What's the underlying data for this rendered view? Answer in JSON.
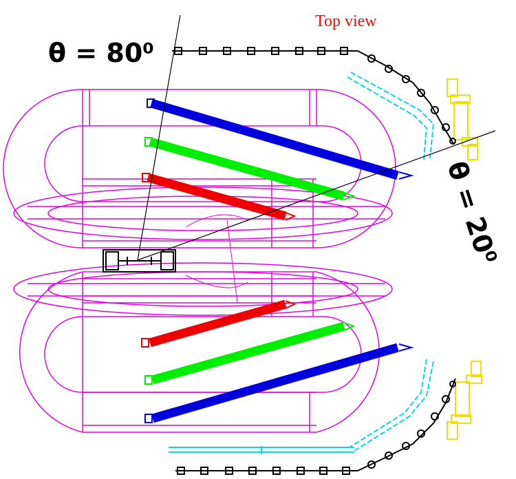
{
  "title": "Top view",
  "labels": {
    "theta_80": "θ = 80⁰",
    "theta_20": "θ = 20⁰"
  },
  "colors": {
    "magnet": "#e600e6",
    "blue_chamber": "#0000dd",
    "green_chamber": "#00ee00",
    "red_chamber": "#ee0000",
    "cyan_detector": "#00d8e8",
    "yellow_detector": "#f0e000",
    "black_detector": "#000000",
    "title_color": "#ff0000"
  }
}
